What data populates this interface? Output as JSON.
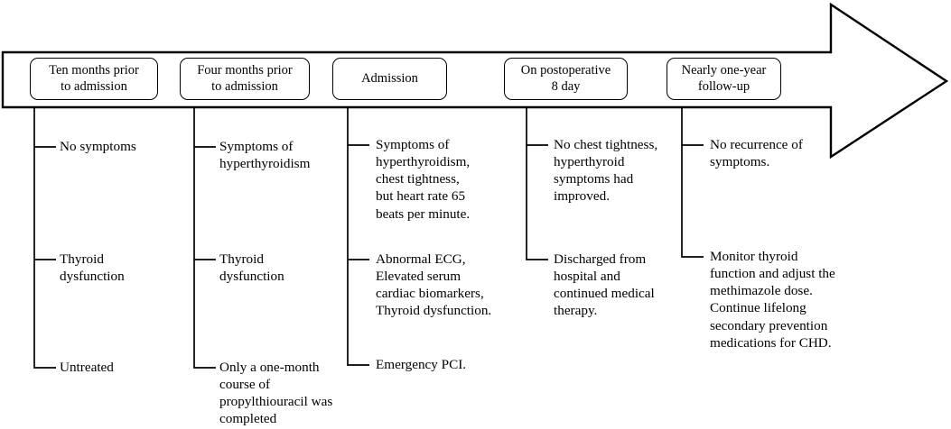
{
  "figure": {
    "type": "clinical-timeline",
    "orientation": "left-to-right",
    "arrow_label": "timeline-arrow"
  },
  "timeline": {
    "milestones": [
      {
        "id": "ten-months-prior",
        "label": "Ten months prior\nto admission",
        "entries": [
          "No symptoms",
          "Thyroid\ndysfunction",
          "Untreated"
        ]
      },
      {
        "id": "four-months-prior",
        "label": "Four months prior\nto  admission",
        "entries": [
          "Symptoms of\nhyperthyroidism",
          "Thyroid\ndysfunction",
          "Only a one-month\ncourse of\npropylthiouracil was\ncompleted"
        ]
      },
      {
        "id": "admission",
        "label": "Admission",
        "entries": [
          "Symptoms of\nhyperthyroidism,\nchest tightness,\nbut heart rate 65\nbeats per minute.",
          "Abnormal ECG,\nElevated serum\ncardiac biomarkers,\nThyroid dysfunction.",
          "Emergency PCI."
        ]
      },
      {
        "id": "postoperative-day-8",
        "label": "On postoperative\n8 day",
        "entries": [
          "No chest tightness,\nhyperthyroid\nsymptoms had\nimproved.",
          "Discharged from\nhospital and\ncontinued medical\ntherapy."
        ]
      },
      {
        "id": "nearly-one-year-follow-up",
        "label": "Nearly one-year\nfollow-up",
        "entries": [
          "No recurrence of\nsymptoms.",
          "Monitor thyroid\nfunction and adjust the\nmethimazole dose.\nContinue lifelong\nsecondary prevention\nmedications for CHD."
        ]
      }
    ]
  },
  "style": {
    "line_color": "#000000",
    "background": "#ffffff"
  }
}
